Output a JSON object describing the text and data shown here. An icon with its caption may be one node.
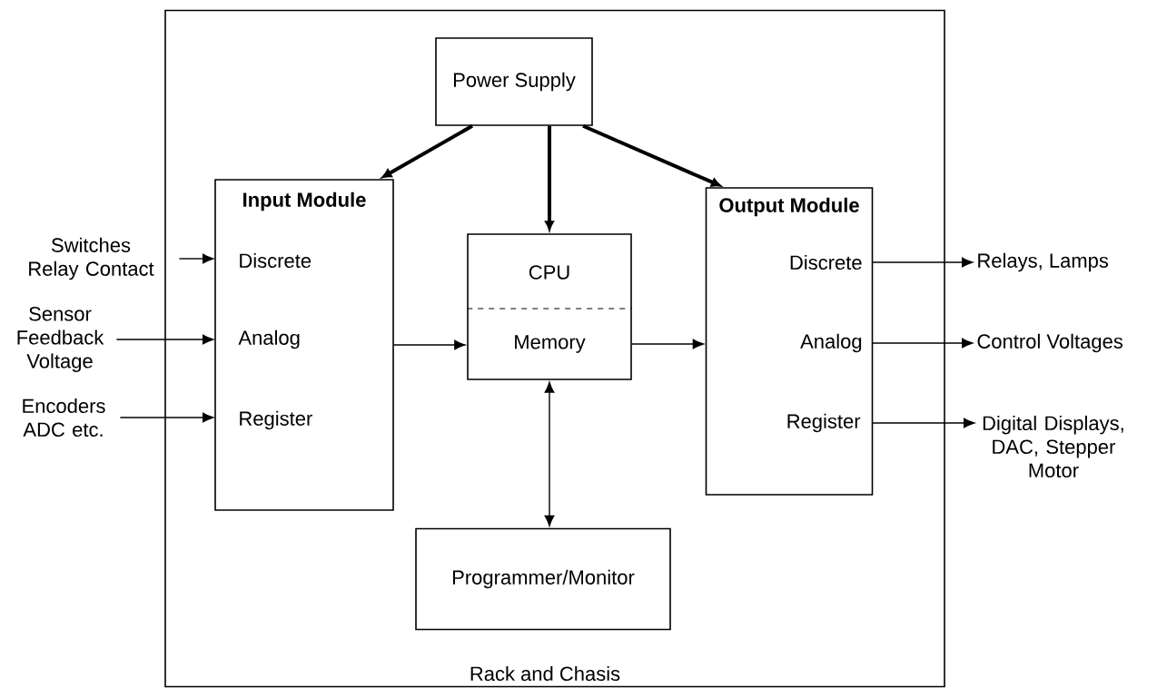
{
  "diagram": {
    "nodes": [
      {
        "text": [
          "Rack and Chasis"
        ]
      },
      {
        "text": [
          "Power Supply"
        ],
        "in": 0
      },
      {
        "text": [
          "Input Module"
        ],
        "in": 0
      },
      {
        "text": [
          "Discrete"
        ],
        "in": 2
      },
      {
        "text": [
          "Analog"
        ],
        "in": 2
      },
      {
        "text": [
          "Register"
        ],
        "in": 2
      },
      {
        "text": [
          "CPU",
          "Memory"
        ],
        "in": 0
      },
      {
        "text": [
          "Output Module"
        ],
        "in": 0
      },
      {
        "text": [
          "Discrete"
        ],
        "in": 7
      },
      {
        "text": [
          "Analog"
        ],
        "in": 7
      },
      {
        "text": [
          "Register"
        ],
        "in": 7
      },
      {
        "text": [
          "Programmer/Monitor"
        ],
        "in": 0
      },
      {
        "text": [
          "Switches Relay Contact"
        ]
      },
      {
        "text": [
          "Sensor Feedback Voltage"
        ]
      },
      {
        "text": [
          "Encoders ADC etc."
        ]
      },
      {
        "text": [
          "Relays, Lamps"
        ]
      },
      {
        "text": [
          "Control Voltages"
        ]
      },
      {
        "text": [
          "Digital Displays, DAC, Stepper Motor"
        ]
      }
    ],
    "edges": [
      {
        "from": 1,
        "to": 2,
        "arrow": "to",
        "style": "thick"
      },
      {
        "from": 1,
        "to": 6,
        "arrow": "to",
        "style": "thick"
      },
      {
        "from": 1,
        "to": 7,
        "arrow": "to",
        "style": "thick"
      },
      {
        "from": 12,
        "to": 3,
        "arrow": "to"
      },
      {
        "from": 13,
        "to": 4,
        "arrow": "to"
      },
      {
        "from": 14,
        "to": 5,
        "arrow": "to"
      },
      {
        "from": 2,
        "to": 6,
        "arrow": "to"
      },
      {
        "from": 6,
        "to": 7,
        "arrow": "to"
      },
      {
        "from": 6,
        "to": 11,
        "arrow": "both"
      },
      {
        "from": 8,
        "to": 15,
        "arrow": "to"
      },
      {
        "from": 9,
        "to": 16,
        "arrow": "to"
      },
      {
        "from": 10,
        "to": 17,
        "arrow": "to"
      }
    ]
  }
}
